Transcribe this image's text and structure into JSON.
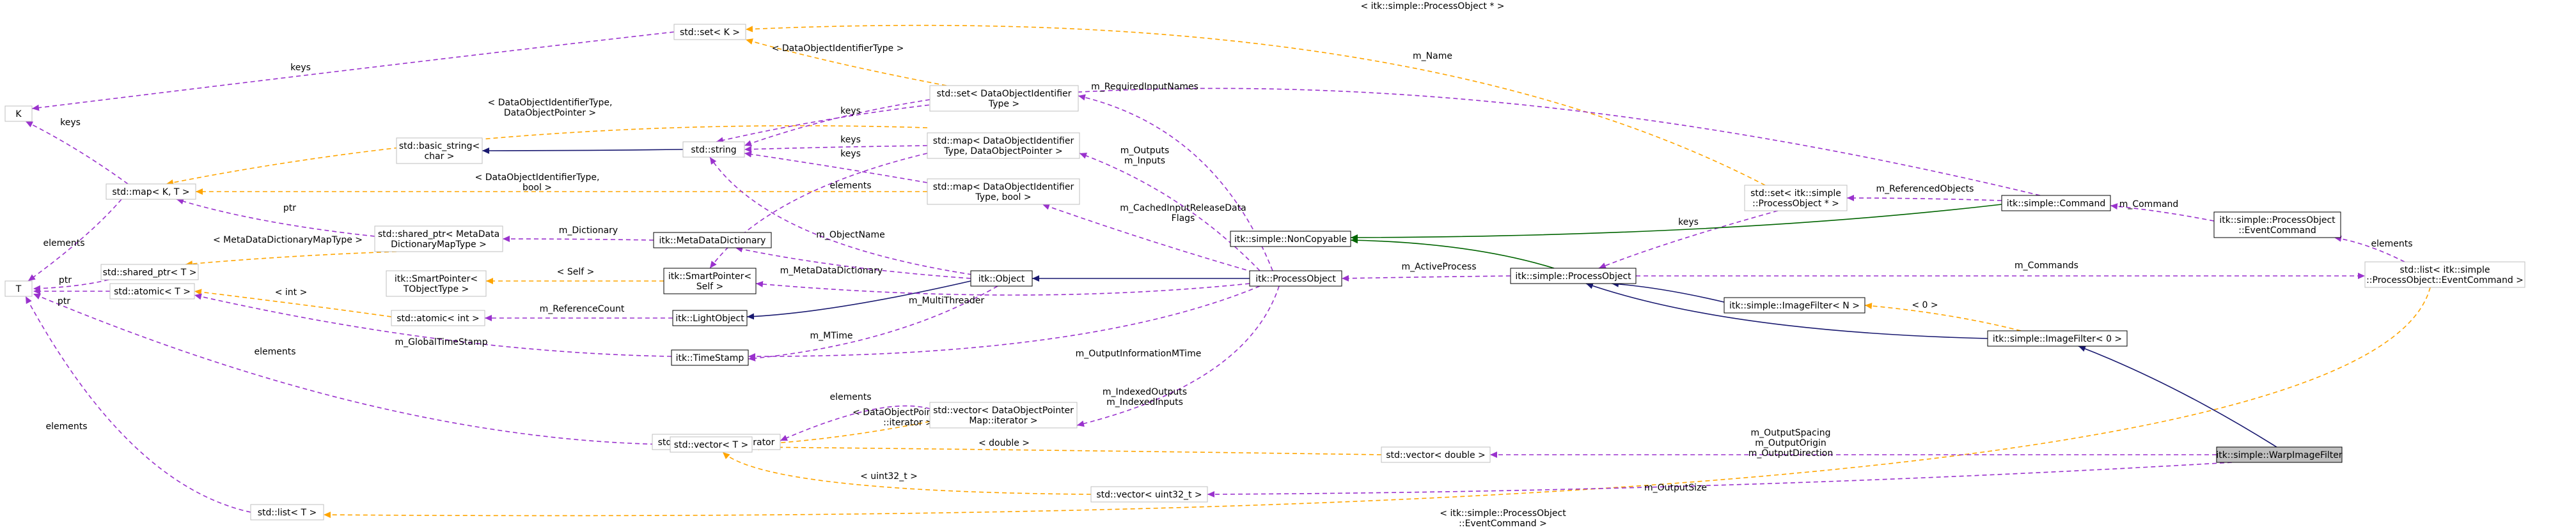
{
  "colors": {
    "background": "#ffffff",
    "border_strong": "#000000",
    "border_muted": "#bfbfbf",
    "highlight_fill": "#bfbfbf",
    "edge_usage": "#9a32cd",
    "edge_template": "#ffa500",
    "edge_public_inheritance": "#191970",
    "edge_private_inheritance": "#006400"
  },
  "nodes": {
    "K": {
      "lines": [
        "K"
      ]
    },
    "T": {
      "lines": [
        "T"
      ]
    },
    "std_set_K": {
      "lines": [
        "std::set< K >"
      ]
    },
    "std_map_K_T": {
      "lines": [
        "std::map< K, T >"
      ]
    },
    "std_basic_string": {
      "lines": [
        "std::basic_string<",
        "char >"
      ]
    },
    "std_string": {
      "lines": [
        "std::string"
      ]
    },
    "std_shared_ptr_T": {
      "lines": [
        "std::shared_ptr< T >"
      ]
    },
    "std_atomic_T": {
      "lines": [
        "std::atomic< T >"
      ]
    },
    "std_map_iterator": {
      "lines": [
        "std::map< K, T >::iterator"
      ]
    },
    "std_vector_T": {
      "lines": [
        "std::vector< T >"
      ]
    },
    "std_list_T": {
      "lines": [
        "std::list< T >"
      ]
    },
    "std_shared_ptr_MetaData": {
      "lines": [
        "std::shared_ptr< MetaData",
        "DictionaryMapType >"
      ]
    },
    "itk_SmartPointer_TObjectType": {
      "lines": [
        "itk::SmartPointer<",
        "TObjectType >"
      ]
    },
    "std_atomic_int": {
      "lines": [
        "std::atomic< int >"
      ]
    },
    "itk_MetaDataDictionary": {
      "lines": [
        "itk::MetaDataDictionary"
      ]
    },
    "itk_SmartPointer_Self": {
      "lines": [
        "itk::SmartPointer<",
        "Self >"
      ]
    },
    "itk_LightObject": {
      "lines": [
        "itk::LightObject"
      ]
    },
    "itk_TimeStamp": {
      "lines": [
        "itk::TimeStamp"
      ]
    },
    "std_set_DataObjectIdentifierType": {
      "lines": [
        "std::set< DataObjectIdentifier",
        "Type >"
      ]
    },
    "std_map_DataObjectIdentifierType_Pointer": {
      "lines": [
        "std::map< DataObjectIdentifier",
        "Type, DataObjectPointer >"
      ]
    },
    "std_map_DataObjectIdentifierType_bool": {
      "lines": [
        "std::map< DataObjectIdentifier",
        "Type, bool >"
      ]
    },
    "itk_Object": {
      "lines": [
        "itk::Object"
      ]
    },
    "std_vector_DataObjectPointerMap_iterator": {
      "lines": [
        "std::vector< DataObjectPointer",
        "Map::iterator >"
      ]
    },
    "itk_ProcessObject": {
      "lines": [
        "itk::ProcessObject"
      ]
    },
    "itk_simple_NonCopyable": {
      "lines": [
        "itk::simple::NonCopyable"
      ]
    },
    "itk_simple_ProcessObject": {
      "lines": [
        "itk::simple::ProcessObject"
      ]
    },
    "std_vector_double": {
      "lines": [
        "std::vector< double >"
      ]
    },
    "std_vector_uint32": {
      "lines": [
        "std::vector< uint32_t >"
      ]
    },
    "std_set_ProcessObjectPtr": {
      "lines": [
        "std::set< itk::simple",
        "::ProcessObject * >"
      ]
    },
    "itk_simple_Command": {
      "lines": [
        "itk::simple::Command"
      ]
    },
    "itk_simple_ImageFilterN": {
      "lines": [
        "itk::simple::ImageFilter< N >"
      ]
    },
    "itk_simple_ImageFilter0": {
      "lines": [
        "itk::simple::ImageFilter< 0 >"
      ]
    },
    "itk_simple_WarpImageFilter": {
      "lines": [
        "itk::simple::WarpImageFilter"
      ]
    },
    "itk_simple_ProcessObject_EventCommand": {
      "lines": [
        "itk::simple::ProcessObject",
        "::EventCommand"
      ]
    },
    "std_list_EventCommand": {
      "lines": [
        "std::list< itk::simple",
        "::ProcessObject::EventCommand >"
      ]
    }
  },
  "edges": [
    {
      "from": "std_set_K",
      "to": "K",
      "kind": "usage",
      "labels": [
        "keys"
      ]
    },
    {
      "from": "std_map_K_T",
      "to": "K",
      "kind": "usage",
      "labels": [
        "keys"
      ]
    },
    {
      "from": "std_map_K_T",
      "to": "T",
      "kind": "usage",
      "labels": [
        "elements"
      ]
    },
    {
      "from": "std_shared_ptr_T",
      "to": "T",
      "kind": "usage",
      "labels": [
        "ptr"
      ]
    },
    {
      "from": "std_atomic_T",
      "to": "T",
      "kind": "usage",
      "labels": [
        "ptr"
      ]
    },
    {
      "from": "std_vector_T",
      "to": "T",
      "kind": "usage",
      "labels": [
        "elements"
      ]
    },
    {
      "from": "std_list_T",
      "to": "T",
      "kind": "usage",
      "labels": [
        "elements"
      ]
    },
    {
      "from": "std_string",
      "to": "std_basic_string",
      "kind": "public_inheritance",
      "labels": []
    },
    {
      "from": "std_shared_ptr_MetaData",
      "to": "std_map_K_T",
      "kind": "usage",
      "labels": [
        "ptr"
      ]
    },
    {
      "from": "std_shared_ptr_MetaData",
      "to": "std_shared_ptr_T",
      "kind": "template",
      "labels": [
        "< MetaDataDictionaryMapType >"
      ]
    },
    {
      "from": "std_atomic_int",
      "to": "std_atomic_T",
      "kind": "template",
      "labels": [
        "< int >"
      ]
    },
    {
      "from": "itk_MetaDataDictionary",
      "to": "std_shared_ptr_MetaData",
      "kind": "usage",
      "labels": [
        "m_Dictionary"
      ]
    },
    {
      "from": "itk_SmartPointer_Self",
      "to": "itk_SmartPointer_TObjectType",
      "kind": "template",
      "labels": [
        "< Self >"
      ]
    },
    {
      "from": "itk_LightObject",
      "to": "std_atomic_int",
      "kind": "usage",
      "labels": [
        "m_ReferenceCount"
      ]
    },
    {
      "from": "itk_TimeStamp",
      "to": "std_atomic_T",
      "kind": "usage",
      "labels": [
        "m_GlobalTimeStamp"
      ]
    },
    {
      "from": "std_map_DataObjectIdentifierType_Pointer",
      "to": "std_map_K_T",
      "kind": "template",
      "labels": [
        "< DataObjectIdentifierType,",
        "DataObjectPointer >"
      ]
    },
    {
      "from": "std_map_DataObjectIdentifierType_bool",
      "to": "std_map_K_T",
      "kind": "template",
      "labels": [
        "< DataObjectIdentifierType,",
        "bool >"
      ]
    },
    {
      "from": "std_set_DataObjectIdentifierType",
      "to": "std_set_K",
      "kind": "template",
      "labels": [
        "< DataObjectIdentifierType >"
      ]
    },
    {
      "from": "std_set_DataObjectIdentifierType",
      "to": "std_string",
      "kind": "usage",
      "labels": [
        "keys"
      ]
    },
    {
      "from": "std_map_DataObjectIdentifierType_Pointer",
      "to": "std_string",
      "kind": "usage",
      "labels": [
        "keys"
      ]
    },
    {
      "from": "std_map_DataObjectIdentifierType_bool",
      "to": "std_string",
      "kind": "usage",
      "labels": [
        "keys"
      ]
    },
    {
      "from": "std_map_DataObjectIdentifierType_Pointer",
      "to": "itk_SmartPointer_Self",
      "kind": "usage",
      "labels": [
        "elements"
      ]
    },
    {
      "from": "itk_Object",
      "to": "itk_LightObject",
      "kind": "public_inheritance",
      "labels": []
    },
    {
      "from": "itk_Object",
      "to": "std_string",
      "kind": "usage",
      "labels": [
        "m_ObjectName"
      ]
    },
    {
      "from": "itk_Object",
      "to": "itk_MetaDataDictionary",
      "kind": "usage",
      "labels": [
        "m_MetaDataDictionary"
      ]
    },
    {
      "from": "itk_Object",
      "to": "itk_TimeStamp",
      "kind": "usage",
      "labels": [
        "m_MTime"
      ]
    },
    {
      "from": "itk_ProcessObject",
      "to": "itk_Object",
      "kind": "public_inheritance",
      "labels": []
    },
    {
      "from": "itk_ProcessObject",
      "to": "std_set_DataObjectIdentifierType",
      "kind": "usage",
      "labels": [
        "m_RequiredInputNames"
      ]
    },
    {
      "from": "itk_ProcessObject",
      "to": "std_map_DataObjectIdentifierType_Pointer",
      "kind": "usage",
      "labels": [
        "m_Outputs",
        "m_Inputs"
      ]
    },
    {
      "from": "itk_ProcessObject",
      "to": "std_map_DataObjectIdentifierType_bool",
      "kind": "usage",
      "labels": [
        "m_CachedInputReleaseData",
        "Flags"
      ]
    },
    {
      "from": "itk_ProcessObject",
      "to": "itk_SmartPointer_Self",
      "kind": "usage",
      "labels": [
        "m_MultiThreader"
      ]
    },
    {
      "from": "itk_ProcessObject",
      "to": "itk_TimeStamp",
      "kind": "usage",
      "labels": [
        "m_OutputInformationMTime"
      ]
    },
    {
      "from": "itk_ProcessObject",
      "to": "std_vector_DataObjectPointerMap_iterator",
      "kind": "usage",
      "labels": [
        "m_IndexedOutputs",
        "m_IndexedInputs"
      ]
    },
    {
      "from": "std_vector_DataObjectPointerMap_iterator",
      "to": "std_map_iterator",
      "kind": "usage",
      "labels": [
        "elements"
      ]
    },
    {
      "from": "std_vector_DataObjectPointerMap_iterator",
      "to": "std_vector_T",
      "kind": "template",
      "labels": [
        "< DataObjectPointerMap",
        "::iterator >"
      ]
    },
    {
      "from": "std_vector_double",
      "to": "std_vector_T",
      "kind": "template",
      "labels": [
        "< double >"
      ]
    },
    {
      "from": "std_vector_uint32",
      "to": "std_vector_T",
      "kind": "template",
      "labels": [
        "< uint32_t >"
      ]
    },
    {
      "from": "itk_simple_ProcessObject",
      "to": "itk_simple_NonCopyable",
      "kind": "private_inheritance",
      "labels": []
    },
    {
      "from": "itk_simple_ProcessObject",
      "to": "itk_ProcessObject",
      "kind": "usage",
      "labels": [
        "m_ActiveProcess"
      ]
    },
    {
      "from": "itk_simple_ProcessObject",
      "to": "std_list_EventCommand",
      "kind": "usage",
      "labels": [
        "m_Commands"
      ]
    },
    {
      "from": "std_set_ProcessObjectPtr",
      "to": "itk_simple_ProcessObject",
      "kind": "usage",
      "labels": [
        "keys"
      ]
    },
    {
      "from": "std_set_ProcessObjectPtr",
      "to": "std_set_K",
      "kind": "template",
      "labels": [
        "< itk::simple::ProcessObject * >"
      ]
    },
    {
      "from": "itk_simple_Command",
      "to": "itk_simple_NonCopyable",
      "kind": "private_inheritance",
      "labels": []
    },
    {
      "from": "itk_simple_Command",
      "to": "std_set_ProcessObjectPtr",
      "kind": "usage",
      "labels": [
        "m_ReferencedObjects"
      ]
    },
    {
      "from": "itk_simple_Command",
      "to": "std_string",
      "kind": "usage",
      "labels": [
        "m_Name"
      ]
    },
    {
      "from": "itk_simple_ProcessObject_EventCommand",
      "to": "itk_simple_Command",
      "kind": "usage",
      "labels": [
        "m_Command"
      ]
    },
    {
      "from": "std_list_EventCommand",
      "to": "itk_simple_ProcessObject_EventCommand",
      "kind": "usage",
      "labels": [
        "elements"
      ]
    },
    {
      "from": "std_list_EventCommand",
      "to": "std_list_T",
      "kind": "template",
      "labels": [
        "< itk::simple::ProcessObject",
        "::EventCommand >"
      ]
    },
    {
      "from": "itk_simple_ImageFilterN",
      "to": "itk_simple_ProcessObject",
      "kind": "public_inheritance",
      "labels": []
    },
    {
      "from": "itk_simple_ImageFilter0",
      "to": "itk_simple_ProcessObject",
      "kind": "public_inheritance",
      "labels": []
    },
    {
      "from": "itk_simple_ImageFilter0",
      "to": "itk_simple_ImageFilterN",
      "kind": "template",
      "labels": [
        "< 0 >"
      ]
    },
    {
      "from": "itk_simple_WarpImageFilter",
      "to": "itk_simple_ImageFilter0",
      "kind": "public_inheritance",
      "labels": []
    },
    {
      "from": "itk_simple_WarpImageFilter",
      "to": "std_vector_double",
      "kind": "usage",
      "labels": [
        "m_OutputSpacing",
        "m_OutputOrigin",
        "m_OutputDirection"
      ]
    },
    {
      "from": "itk_simple_WarpImageFilter",
      "to": "std_vector_uint32",
      "kind": "usage",
      "labels": [
        "m_OutputSize"
      ]
    }
  ]
}
